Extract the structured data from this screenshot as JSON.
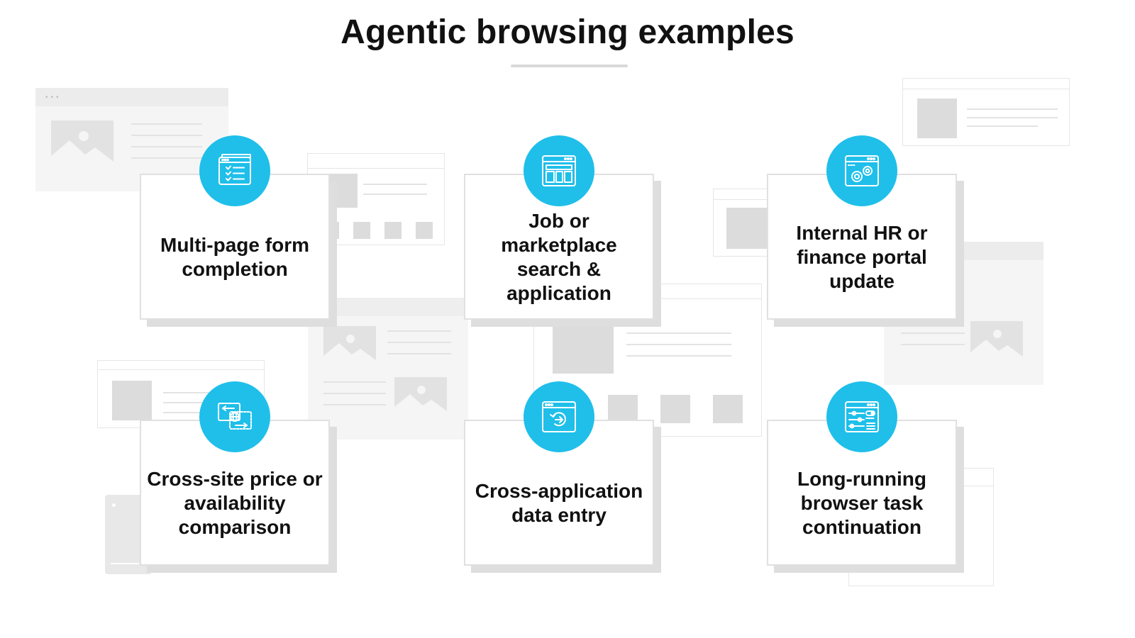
{
  "title": "Agentic browsing examples",
  "colors": {
    "accent": "#1fbfea",
    "card_border": "#e0e0e0",
    "card_shadow": "#dedede",
    "mockup_gray": "#f5f5f5",
    "text": "#111111"
  },
  "cards": [
    {
      "label": "Multi-page form completion",
      "icon": "form-checklist-icon"
    },
    {
      "label": "Job or marketplace search & application",
      "icon": "layout-grid-icon"
    },
    {
      "label": "Internal HR or finance portal update",
      "icon": "settings-gears-icon"
    },
    {
      "label": "Cross-site price or availability comparison",
      "icon": "globe-compare-icon"
    },
    {
      "label": "Cross-application data entry",
      "icon": "sync-refresh-icon"
    },
    {
      "label": "Long-running browser task continuation",
      "icon": "sliders-toggle-icon"
    }
  ]
}
